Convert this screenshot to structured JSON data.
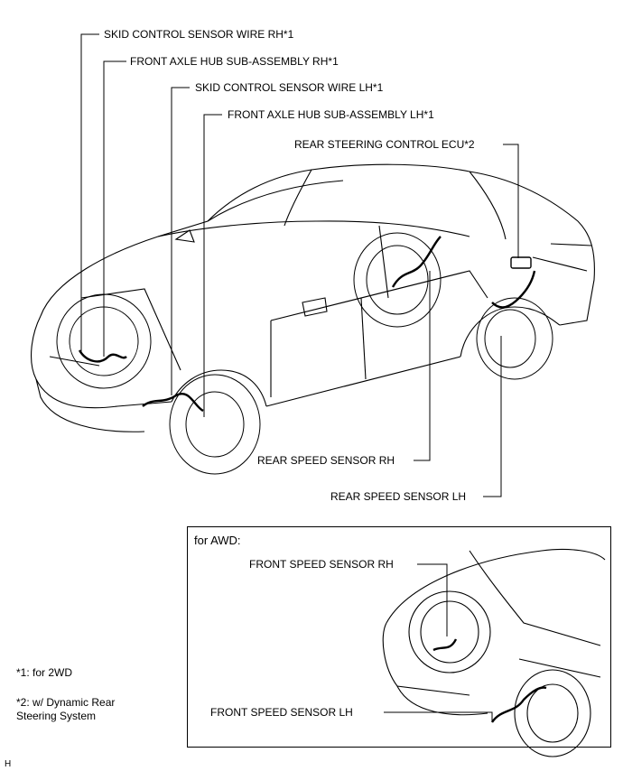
{
  "labels": {
    "skid_rh": "SKID CONTROL SENSOR WIRE RH*1",
    "hub_rh": "FRONT AXLE HUB SUB-ASSEMBLY RH*1",
    "skid_lh": "SKID CONTROL SENSOR WIRE LH*1",
    "hub_lh": "FRONT AXLE HUB SUB-ASSEMBLY LH*1",
    "rear_ecu": "REAR STEERING CONTROL ECU*2",
    "rear_rh": "REAR SPEED SENSOR RH",
    "rear_lh": "REAR SPEED SENSOR LH"
  },
  "awd": {
    "title": "for AWD:",
    "front_rh": "FRONT SPEED SENSOR RH",
    "front_lh": "FRONT SPEED SENSOR LH"
  },
  "notes": {
    "n1": "*1: for 2WD",
    "n2_line1": "*2: w/ Dynamic Rear",
    "n2_line2": "Steering System"
  },
  "footer_code": "H"
}
